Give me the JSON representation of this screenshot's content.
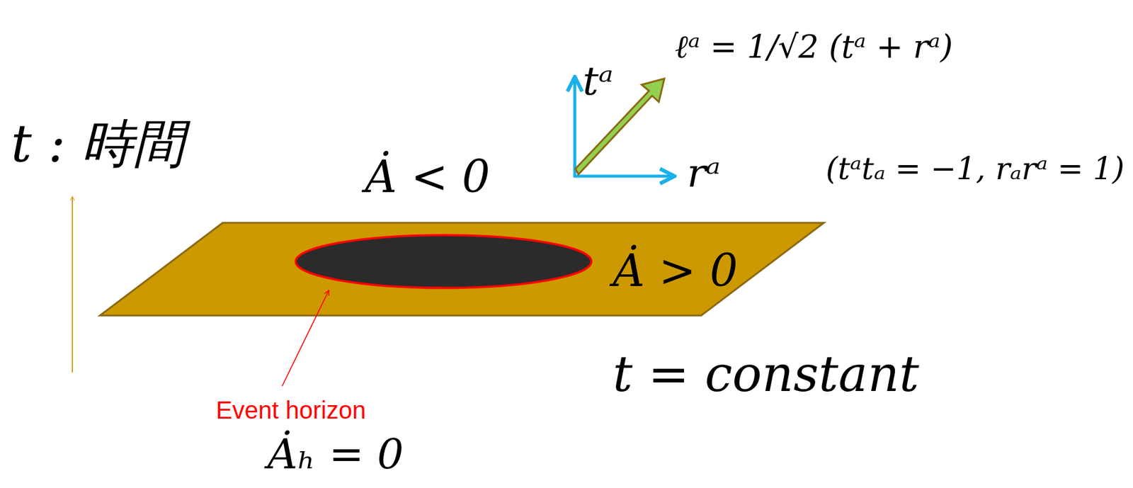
{
  "diagram": {
    "nodes": [
      {
        "text": [
          "Ȧ > 0"
        ]
      }
    ],
    "labels": [
      "t : 時間",
      "tᵃ",
      "ℓᵃ = 1/√2 (tᵃ + rᵃ)",
      "rᵃ",
      "(tᵃtₐ = −1, rₐrᵃ = 1)",
      "Ȧ < 0",
      "t = constant",
      "Event horizon",
      "Ȧₕ = 0"
    ]
  }
}
